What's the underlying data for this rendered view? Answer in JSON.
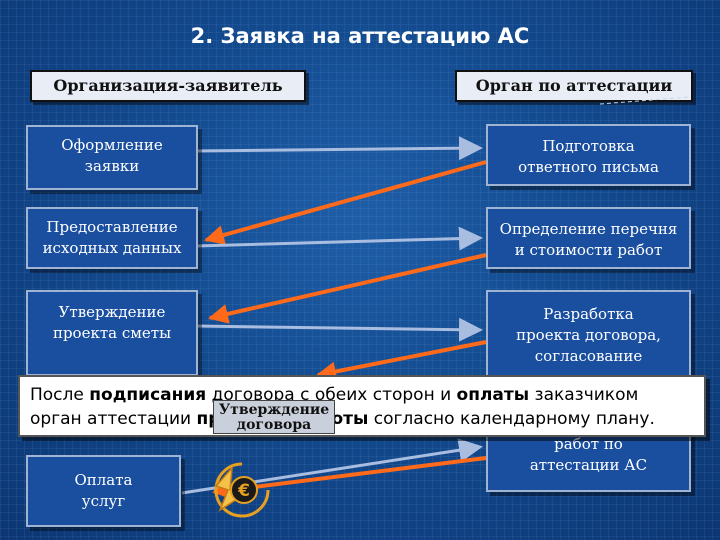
{
  "title": "2. Заявка на аттестацию АС",
  "headers": {
    "left": "Организация-заявитель",
    "right": "Орган по аттестации"
  },
  "left_boxes": [
    {
      "label": "Оформление\nзаявки"
    },
    {
      "label": "Предоставление\nисходных данных"
    },
    {
      "label": "Утверждение\nпроекта сметы"
    },
    {
      "label": "Оплата\nуслуг"
    }
  ],
  "right_boxes": [
    {
      "label": "Подготовка\nответного письма"
    },
    {
      "label": "Определение перечня\nи стоимости работ"
    },
    {
      "label": "Разработка\nпроекта договора,\nсогласование"
    },
    {
      "label": "работ по\nаттестации АС"
    }
  ],
  "overlap_box": {
    "label": "Утверждение\nдоговора"
  },
  "note": {
    "p1": "После ",
    "b1": "подписания",
    "p2": " договора с обеих сторон и ",
    "b2": "оплаты",
    "p3": " заказчиком орган аттестации ",
    "b3": "проводит работы",
    "p4": " согласно календарному плану."
  },
  "icon": {
    "name": "currency-icon",
    "glyph": "€"
  },
  "colors": {
    "background": "#134a8e",
    "box_fill": "#1a4fa0",
    "arrow_right": "#a9bde0",
    "arrow_left": "#ff6a1a",
    "header_fill": "#e8edf6",
    "icon": "#e8a020"
  }
}
